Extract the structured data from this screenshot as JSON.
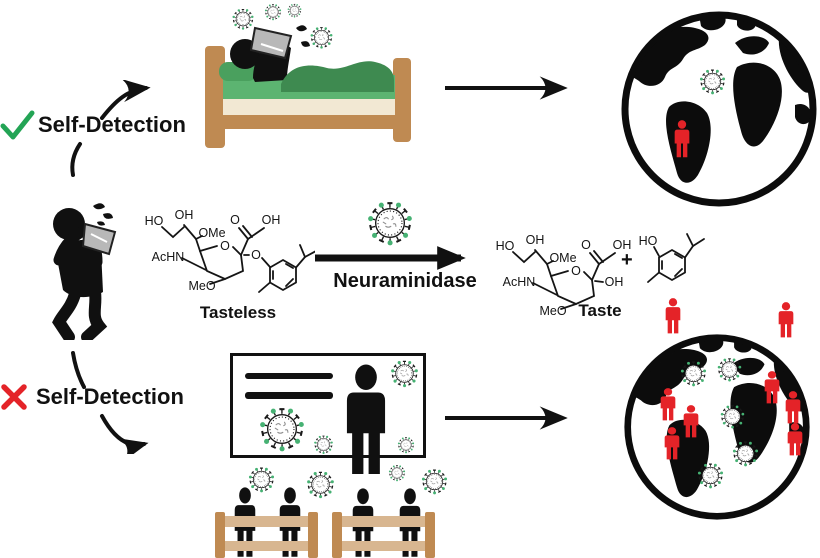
{
  "colors": {
    "green_check": "#23a455",
    "red": "#e42328",
    "virus_green": "#46b173",
    "wood": "#bf8a52",
    "bench_light": "#d8b690",
    "mattress_green": "#5cb471",
    "blanket_green": "#3e8a50",
    "pillow_green": "#4aa05e",
    "cream": "#f2e8d3",
    "tissue": "#b8b8b8",
    "ink": "#111111"
  },
  "branches": {
    "positive": {
      "icon": "check-icon",
      "label": "Self-Detection"
    },
    "negative": {
      "icon": "x-icon",
      "label": "Self-Detection"
    }
  },
  "reaction": {
    "substrate_name": "Tasteless",
    "enzyme_label": "Neuraminidase",
    "product_name": "Taste",
    "plus_sign": "+",
    "substrate_atoms": {
      "ho": "HO",
      "oh_top": "OH",
      "ome": "OMe",
      "achn": "AcHN",
      "meo": "MeO",
      "ring_o": "O",
      "carbonyl_o": "O",
      "acid_oh": "OH",
      "glyco_o": "O"
    },
    "product_atoms": {
      "ho": "HO",
      "oh_top": "OH",
      "ome": "OMe",
      "achn": "AcHN",
      "meo": "MeO",
      "ring_o": "O",
      "carbonyl_o": "O",
      "acid_oh": "OH",
      "anomeric_oh": "OH"
    },
    "aglycone_atoms": {
      "ho": "HO"
    }
  },
  "icons": {
    "virus": "virus-icon",
    "globe": "globe-icon",
    "person": "person-icon",
    "bench": "bench-icon",
    "bed": "bed-icon",
    "sneezing_person": "sneezing-person-icon"
  }
}
